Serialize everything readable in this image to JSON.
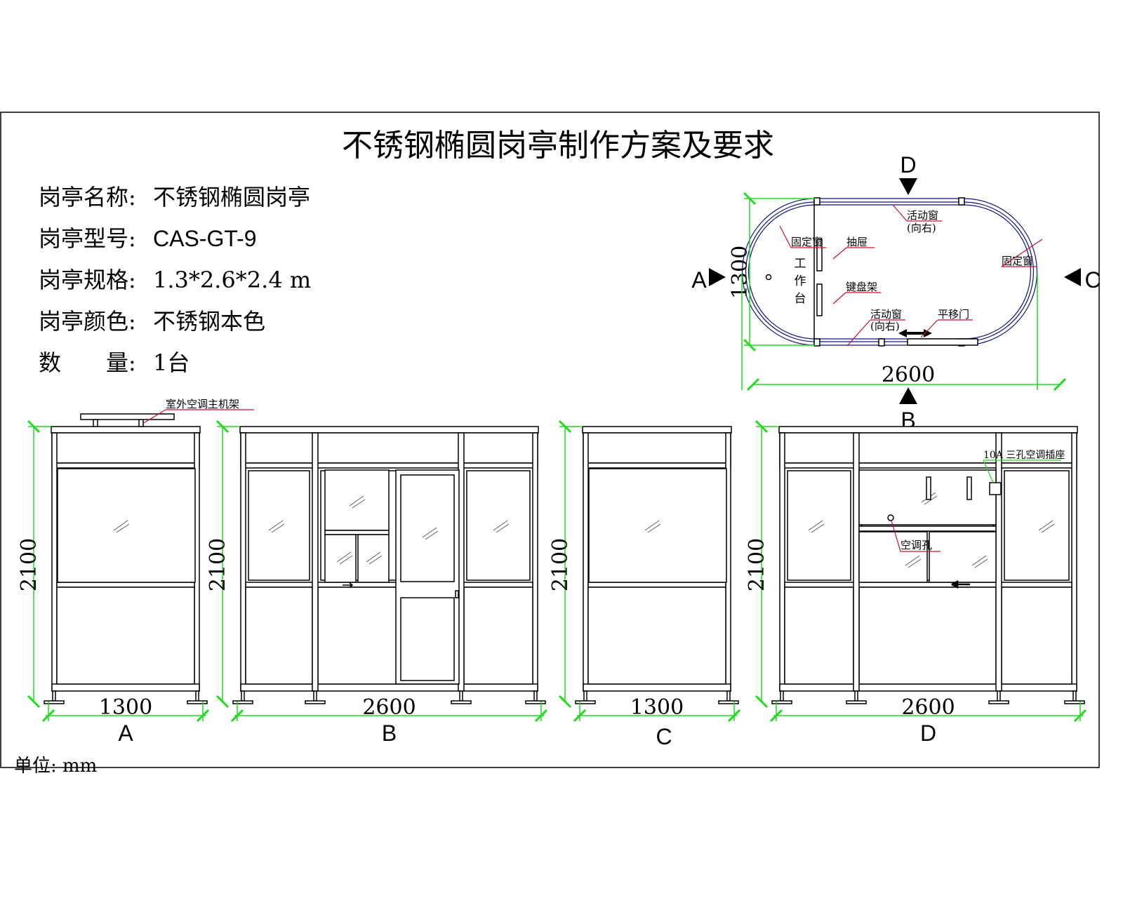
{
  "title": "不锈钢椭圆岗亭制作方案及要求",
  "title_color": "#1a1adf",
  "specs": [
    {
      "label": "岗亭名称:",
      "value": "不锈钢椭圆岗亭"
    },
    {
      "label": "岗亭型号:",
      "value": "CAS-GT-9"
    },
    {
      "label": "岗亭规格:",
      "value": "1.3*2.6*2.4 m"
    },
    {
      "label": "岗亭颜色:",
      "value": "不锈钢本色"
    },
    {
      "label": "数　　量:",
      "value": "1台"
    }
  ],
  "unit": "单位: mm",
  "plan": {
    "markers": {
      "a": "A",
      "b": "B",
      "c": "C",
      "d": "D"
    },
    "width_dim": "2600",
    "depth_dim": "1300",
    "labels": {
      "fixed_window_left": "固定窗",
      "fixed_window_right": "固定窗",
      "sliding_window_top": "活动窗",
      "sliding_window_top_dir": "(向右)",
      "sliding_window_bottom": "活动窗",
      "sliding_window_bottom_dir": "(向右)",
      "drawer": "抽屉",
      "keyboard_tray": "键盘架",
      "sliding_door": "平移门",
      "workbench": [
        "工",
        "作",
        "台"
      ]
    }
  },
  "elevations": [
    {
      "view": "A",
      "width": "1300",
      "height": "2100",
      "note": "室外空调主机架"
    },
    {
      "view": "B",
      "width": "2600",
      "height": "2100"
    },
    {
      "view": "C",
      "width": "1300",
      "height": "2100"
    },
    {
      "view": "D",
      "width": "2600",
      "height": "2100",
      "note_socket": "10A 三孔空调插座",
      "note_hole": "空调孔"
    }
  ],
  "colors": {
    "dimension": "#1fdc1f",
    "leader": "#c8102e",
    "line": "#000000"
  }
}
